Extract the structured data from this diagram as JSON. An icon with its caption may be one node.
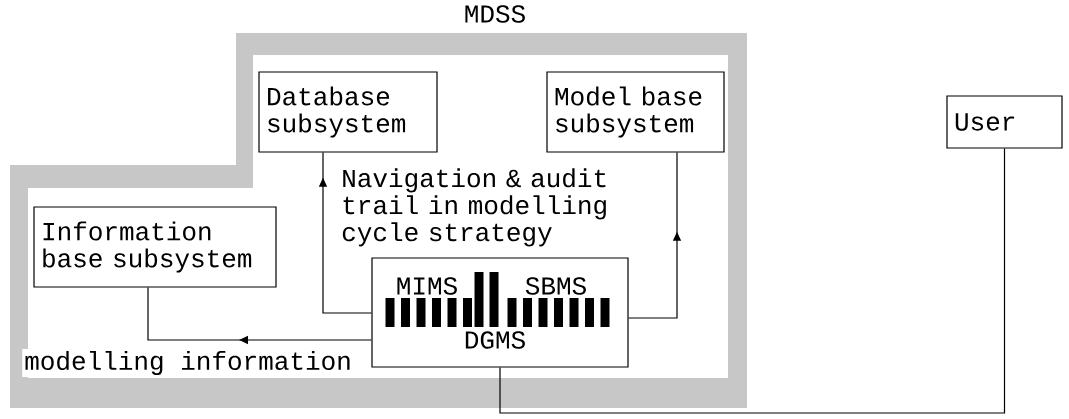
{
  "diagram": {
    "nodes": [
      {
        "text": [
          "MDSS"
        ]
      },
      {
        "text": [
          "Database subsystem"
        ],
        "in": 0
      },
      {
        "text": [
          "Model base subsystem"
        ],
        "in": 0
      },
      {
        "text": [
          "Information base subsystem"
        ],
        "in": 0
      },
      {
        "text": [
          "MIMS",
          "SBMS",
          "DGMS"
        ],
        "in": 0
      },
      {
        "text": [
          "User"
        ]
      }
    ],
    "edges": [
      {
        "from": 4,
        "to": 1,
        "arrow": "to"
      },
      {
        "from": 4,
        "to": 2,
        "arrow": "to"
      },
      {
        "from": 4,
        "to": 3,
        "arrow": "to",
        "label": "modelling information"
      },
      {
        "from": 4,
        "to": 5,
        "arrow": "none"
      }
    ],
    "labels": [
      "Navigation & audit trail in modelling cycle strategy"
    ]
  }
}
